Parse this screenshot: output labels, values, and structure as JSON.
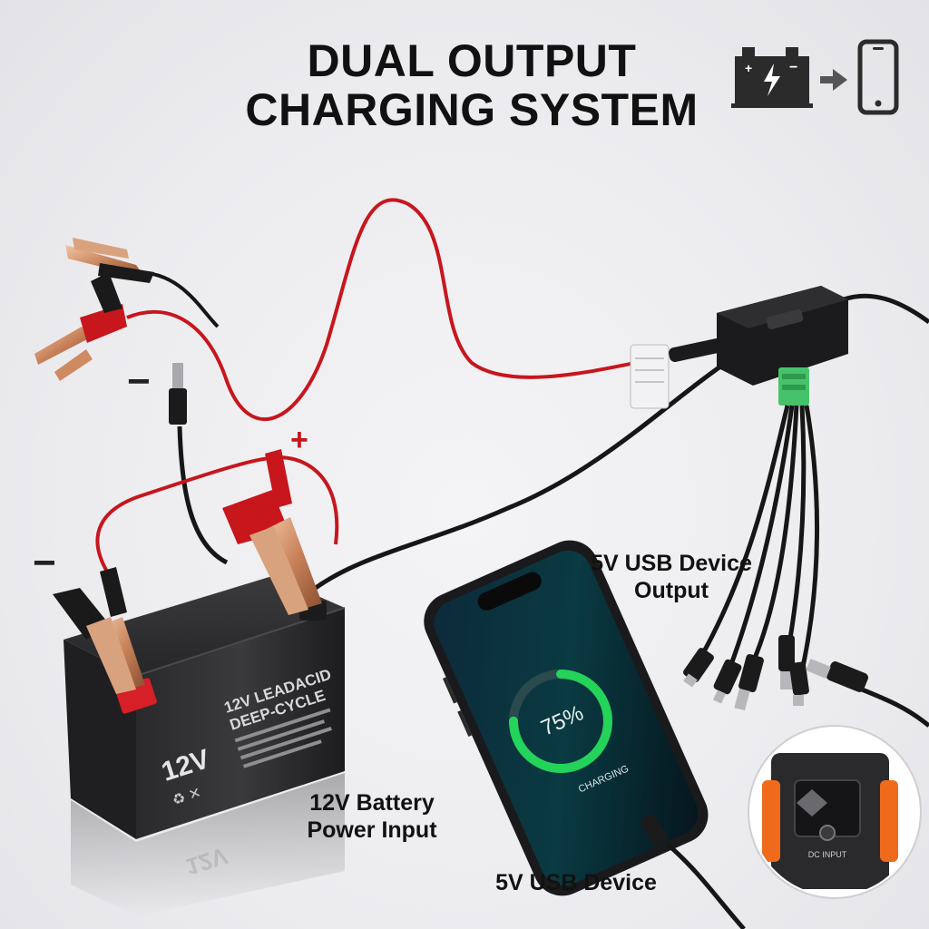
{
  "title": {
    "line1": "DUAL OUTPUT",
    "line2": "CHARGING SYSTEM"
  },
  "header_icons": [
    "battery-icon",
    "arrow-right-icon",
    "phone-icon"
  ],
  "battery": {
    "brand_line1": "12V LEADACID",
    "brand_line2": "DEEP-CYCLE",
    "voltage": "12V",
    "reflection": "12V"
  },
  "phone": {
    "charge_percent": 75,
    "percent_text": "75%",
    "status_text": "CHARGING"
  },
  "adapter_box": {
    "label": "DC INPUT"
  },
  "labels": {
    "usb_output_line1": "5V USB Device",
    "usb_output_line2": "Output",
    "battery_input_line1": "12V Battery",
    "battery_input_line2": "Power Input",
    "usb_device": "5V USB Device"
  },
  "polarity_signs": {
    "minus_top": "−",
    "plus": "+",
    "minus_left": "−"
  },
  "colors": {
    "red_wire": "#c7161c",
    "black_wire": "#161616",
    "green_connector": "#46c36a",
    "charge_ring": "#23d35a",
    "accent_orange": "#f06a1c"
  }
}
